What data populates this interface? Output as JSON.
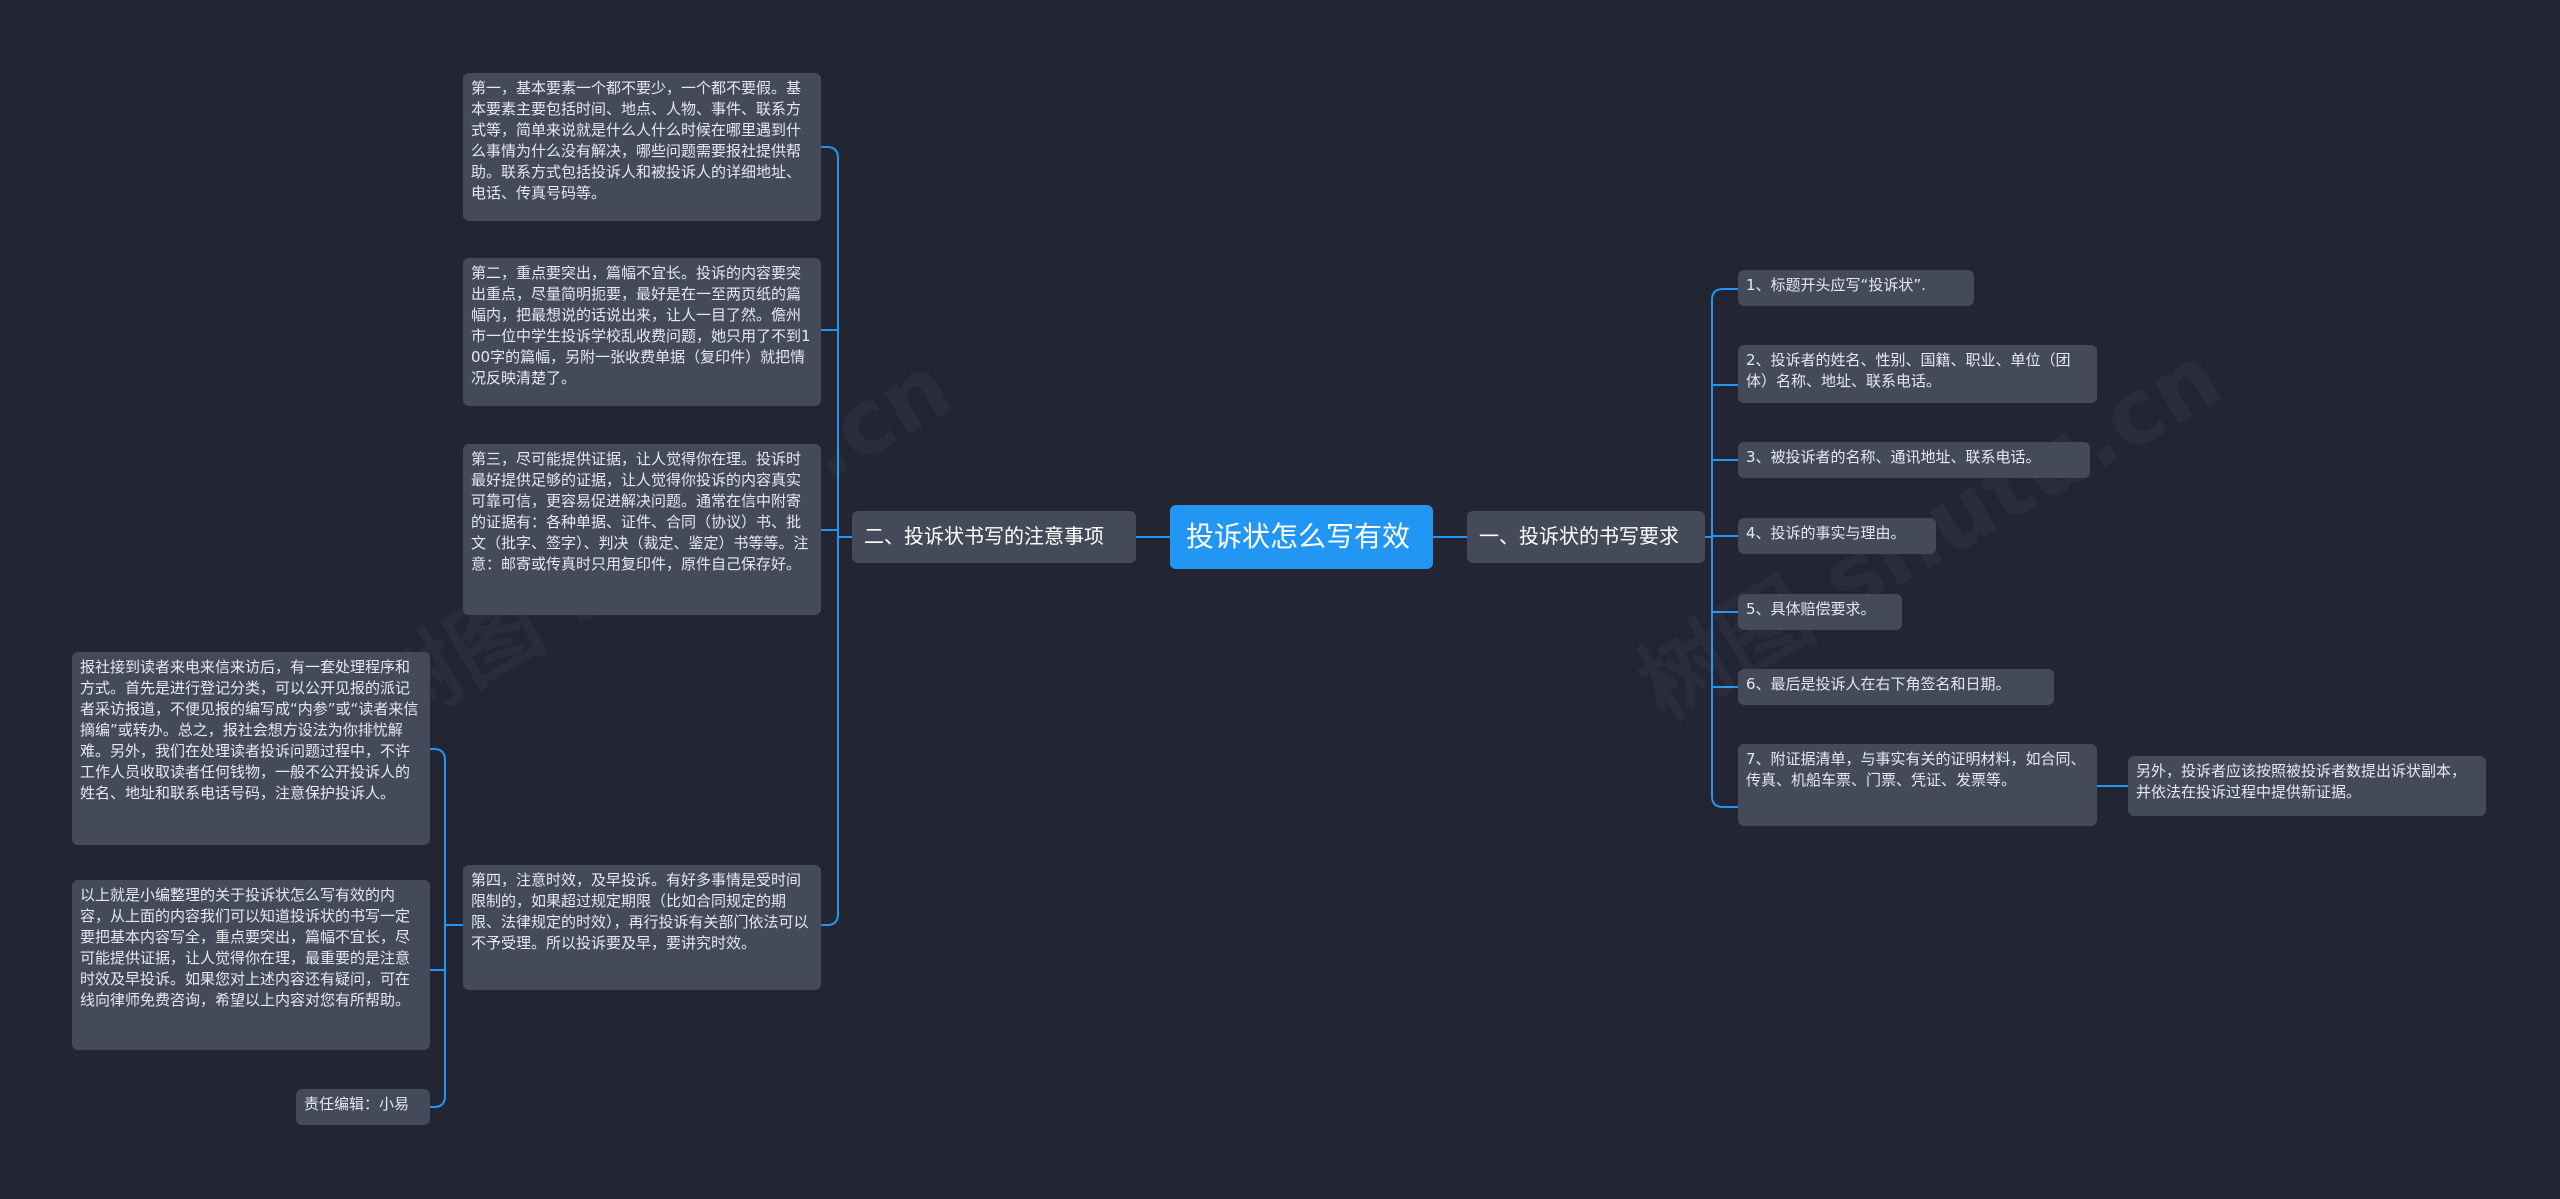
{
  "root": {
    "title": "投诉状怎么写有效"
  },
  "colors": {
    "background": "#232632",
    "node": "#454a5a",
    "root": "#2196f3",
    "line": "#2196f3"
  },
  "left_branch": {
    "label": "二、投诉状书写的注意事项",
    "items": [
      "第一，基本要素一个都不要少，一个都不要假。基本要素主要包括时间、地点、人物、事件、联系方式等，简单来说就是什么人什么时候在哪里遇到什么事情为什么没有解决，哪些问题需要报社提供帮助。联系方式包括投诉人和被投诉人的详细地址、电话、传真号码等。",
      "第二，重点要突出，篇幅不宜长。投诉的内容要突出重点，尽量简明扼要，最好是在一至两页纸的篇幅内，把最想说的话说出来，让人一目了然。儋州市一位中学生投诉学校乱收费问题，她只用了不到100字的篇幅，另附一张收费单据（复印件）就把情况反映清楚了。",
      "第三，尽可能提供证据，让人觉得你在理。投诉时最好提供足够的证据，让人觉得你投诉的内容真实可靠可信，更容易促进解决问题。通常在信中附寄的证据有：各种单据、证件、合同（协议）书、批文（批字、签字）、判决（裁定、鉴定）书等等。注意：邮寄或传真时只用复印件，原件自己保存好。",
      "第四，注意时效，及早投诉。有好多事情是受时间限制的，如果超过规定期限（比如合同规定的期限、法律规定的时效），再行投诉有关部门依法可以不予受理。所以投诉要及早，要讲究时效。"
    ],
    "sub_items": [
      "报社接到读者来电来信来访后，有一套处理程序和方式。首先是进行登记分类，可以公开见报的派记者采访报道，不便见报的编写成“内参”或“读者来信摘编”或转办。总之，报社会想方设法为你排忧解难。另外，我们在处理读者投诉问题过程中，不许工作人员收取读者任何钱物，一般不公开投诉人的姓名、地址和联系电话号码，注意保护投诉人。",
      "以上就是小编整理的关于投诉状怎么写有效的内容，从上面的内容我们可以知道投诉状的书写一定要把基本内容写全，重点要突出，篇幅不宜长，尽可能提供证据，让人觉得你在理，最重要的是注意时效及早投诉。如果您对上述内容还有疑问，可在线向律师免费咨询，希望以上内容对您有所帮助。",
      "责任编辑：小易"
    ]
  },
  "right_branch": {
    "label": "一、投诉状的书写要求",
    "items": [
      "1、标题开头应写“投诉状”.",
      "2、投诉者的姓名、性别、国籍、职业、单位（团体）名称、地址、联系电话。",
      "3、被投诉者的名称、通讯地址、联系电话。",
      "4、投诉的事实与理由。",
      "5、具体赔偿要求。",
      "6、最后是投诉人在右下角签名和日期。",
      "7、附证据清单，与事实有关的证明材料，如合同、传真、机船车票、门票、凭证、发票等。"
    ],
    "sub_item": "另外，投诉者应该按照被投诉者数提出诉状副本，并依法在投诉过程中提供新证据。"
  }
}
